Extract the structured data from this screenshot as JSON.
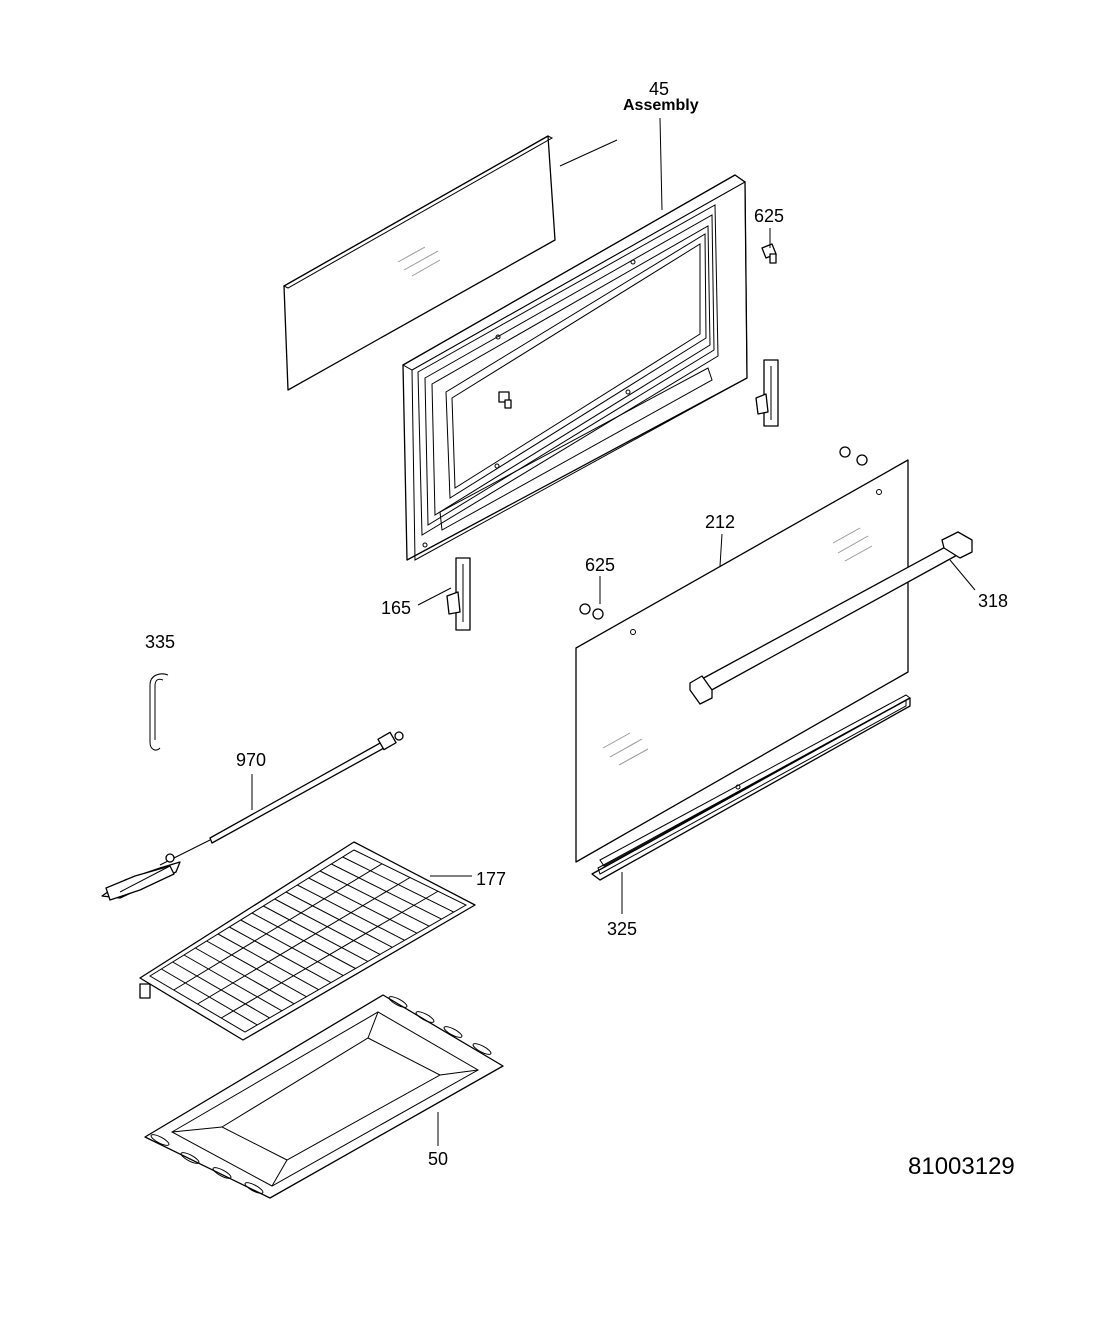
{
  "diagram": {
    "parts": [
      {
        "key": "p45",
        "number": "45",
        "sublabel": "Assembly"
      },
      {
        "key": "p625a",
        "number": "625"
      },
      {
        "key": "p212",
        "number": "212"
      },
      {
        "key": "p625b",
        "number": "625"
      },
      {
        "key": "p318",
        "number": "318"
      },
      {
        "key": "p165",
        "number": "165"
      },
      {
        "key": "p335",
        "number": "335"
      },
      {
        "key": "p970",
        "number": "970"
      },
      {
        "key": "p177",
        "number": "177"
      },
      {
        "key": "p325",
        "number": "325"
      },
      {
        "key": "p50",
        "number": "50"
      }
    ],
    "document_number": "81003129"
  }
}
